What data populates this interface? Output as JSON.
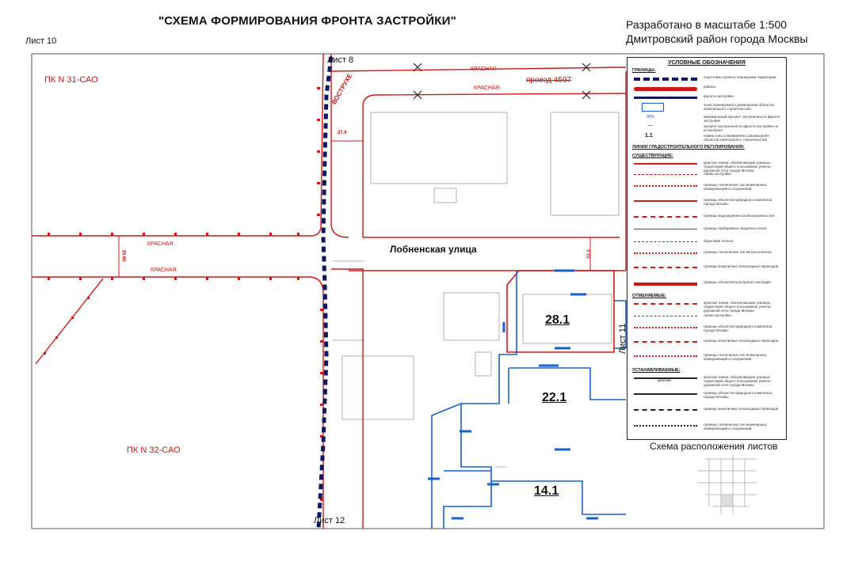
{
  "title": "\"СХЕМА ФОРМИРОВАНИЯ ФРОНТА ЗАСТРОЙКИ\"",
  "scale_text": "Разработано в масштабе 1:500",
  "district_text": "Дмитровский район города Москвы",
  "sheet_labels": {
    "current": "Лист 10",
    "top": "Лист 8",
    "right": "Лист 11",
    "bottom": "Лист 12"
  },
  "map_labels": {
    "pk_31": "ПК N 31-САО",
    "pk_32": "ПК N 32-САО",
    "street": "Лобненская улица",
    "krasnaya_1": "КРАСНАЯ",
    "krasnaya_2": "КРАСНАЯ",
    "krasnaya_3": "КРАСНАЯ",
    "krasnaya_4": "КРАСНАЯ",
    "proezd": "проезд 4597",
    "dim_27": "27.6",
    "dim_30": "30.60",
    "dim_vert": "22.0",
    "road_label": "ВОСТРУХЕ",
    "zone_281": "28.1",
    "zone_221": "22.1",
    "zone_141": "14.1"
  },
  "legend": {
    "title": "УСЛОВНЫЕ ОБОЗНАЧЕНИЯ",
    "sec_boundaries": "ГРАНИЦЫ:",
    "row1": "подготовки проекта планировки территории",
    "row2": "района",
    "row3": "фронта застройки",
    "row4": "зоны планируемого размещения объектов капитального строительства",
    "pct": "90%",
    "row5": "минимальный процент застроенности фронта застройки",
    "dash": "—",
    "row6": "процент застроенности фронта застройки не установлен",
    "num": "1.1",
    "row7": "номер зоны планируемого размещения объектов капитального строительства",
    "sec_lines": "ЛИНИИ ГРАДОСТРОИТЕЛЬНОГО РЕГУЛИРОВАНИЯ:",
    "sec_existing": "СУЩЕСТВУЮЩИЕ:",
    "sec_cancelled": "ОТМЕНЯЕМЫЕ:",
    "sec_established": "УСТАНАВЛИВАЕМЫЕ:",
    "row_red": "красные линии, обозначающие границы территорий общего пользования улично-дорожной сети города Москвы",
    "row_build": "линии застройки",
    "row_tech": "границы технических зон инженерных коммуникаций и сооружений",
    "row_nature": "границы объектов природного комплекса города Москвы",
    "row_water": "границы водоохранных рыбоохранных зон",
    "row_shore": "границы прибрежных защитных полос",
    "row_coast": "береговая полоса",
    "row_metro": "границы технических зон метрополитена",
    "row_under": "границы внеуличных пешеходных переходов",
    "row_culture": "границы объектов культурного наследия",
    "sym_red": "красная"
  },
  "schema_title": "Схема расположения листов",
  "colors": {
    "red": "#cc1111",
    "blue": "#1a5fc8",
    "navy": "#101560",
    "grid": "#c8c8c8"
  }
}
